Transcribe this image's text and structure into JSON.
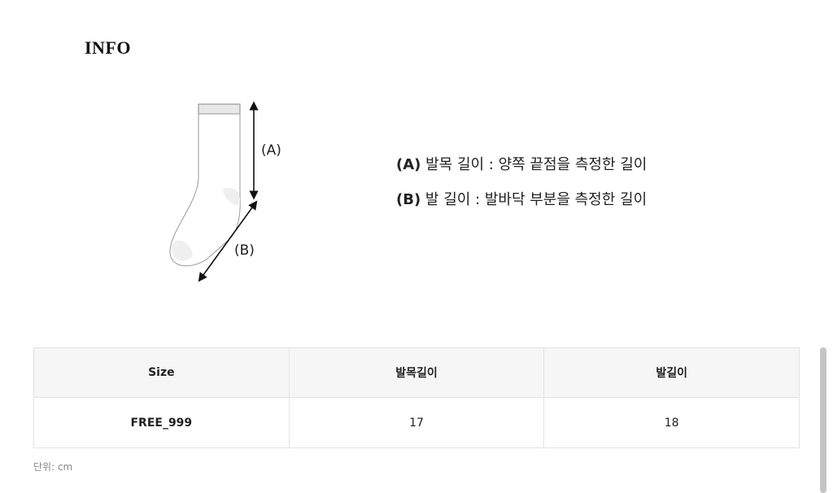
{
  "info": {
    "title": "INFO"
  },
  "figure": {
    "label_a": "(A)",
    "label_b": "(B)"
  },
  "descriptions": [
    {
      "key": "(A)",
      "text": " 발목 길이 : 양쪽 끝점을 측정한 길이"
    },
    {
      "key": "(B)",
      "text": " 발 길이 : 발바닥 부분을 측정한 길이"
    }
  ],
  "table": {
    "headers": [
      "Size",
      "발목길이",
      "발길이"
    ],
    "rows": [
      [
        "FREE_999",
        "17",
        "18"
      ]
    ]
  },
  "unit_note": "단위: cm"
}
